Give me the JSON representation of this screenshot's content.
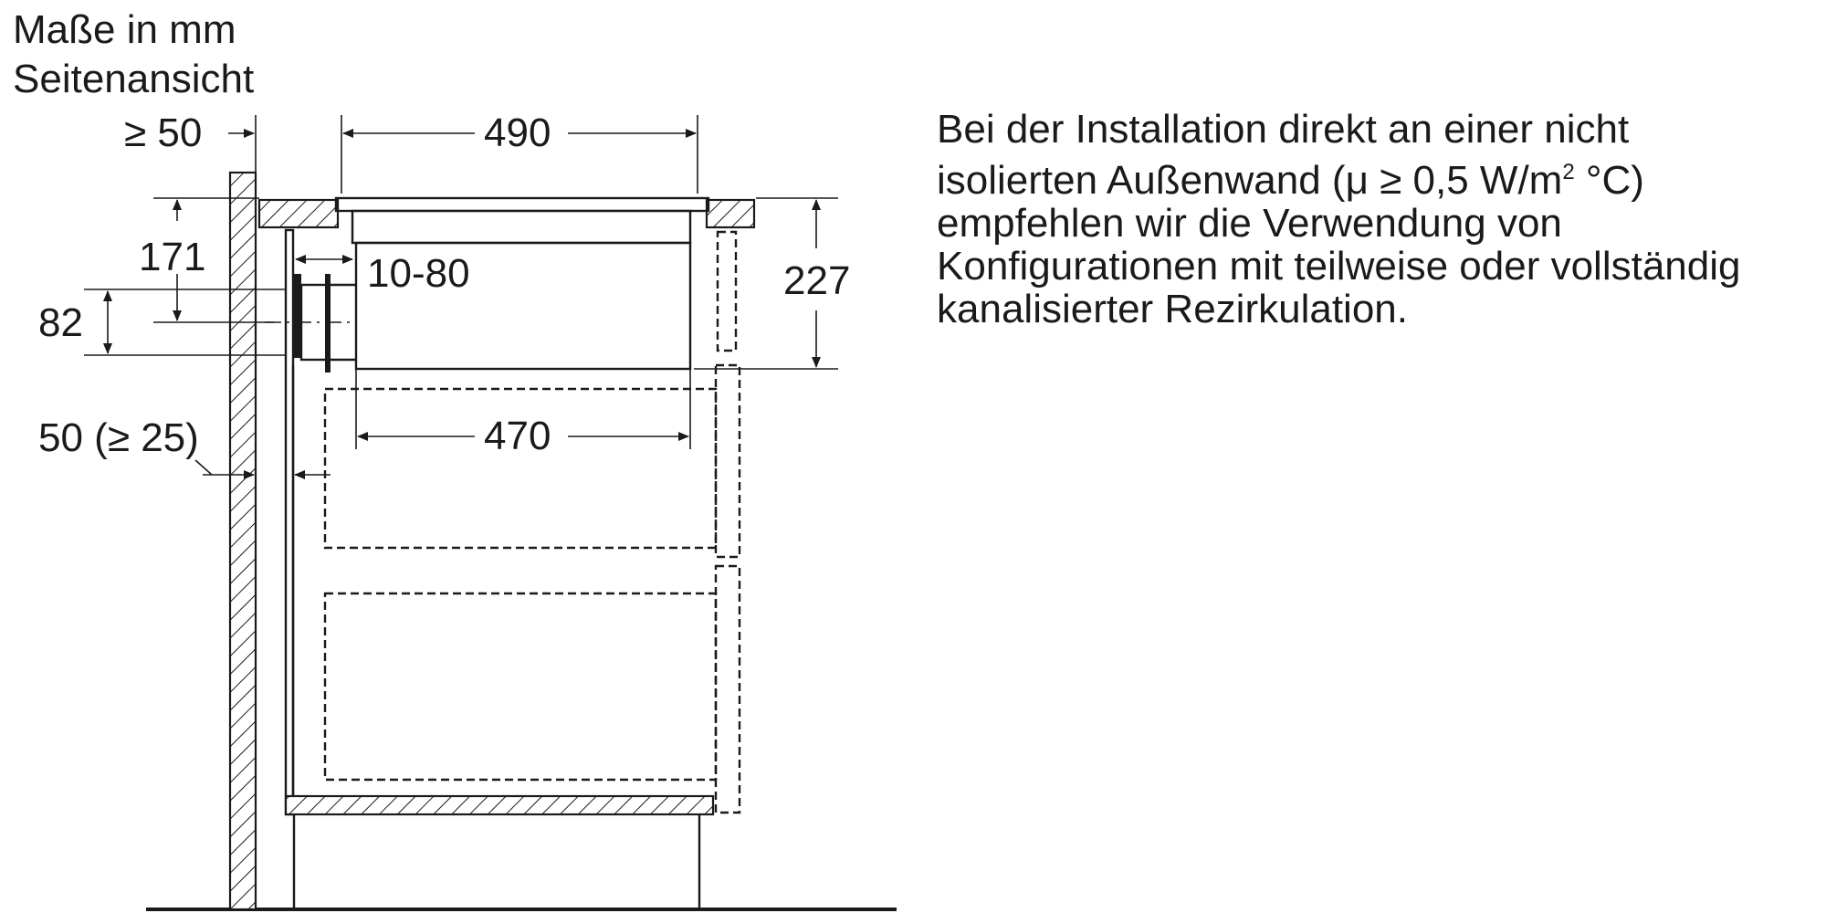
{
  "header": {
    "units_label": "Maße in mm",
    "view_label": "Seitenansicht"
  },
  "dimensions": {
    "wall_gap_top": "≥ 50",
    "hob_width": "490",
    "left_height": "171",
    "duct_offset": "10-80",
    "duct_height": "82",
    "unit_height": "227",
    "drawer_width": "470",
    "wall_gap_bottom": "50 (≥ 25)"
  },
  "note": {
    "line1": "Bei der Installation direkt an einer nicht",
    "line2_prefix": "isolierten Außenwand (μ ≥ 0,5 W/m",
    "line2_sup": "2",
    "line2_suffix": " °C)",
    "line3": "empfehlen wir die Verwendung von",
    "line4": "Konfigurationen mit teilweise oder vollständig",
    "line5": "kanalisierter Rezirkulation."
  }
}
